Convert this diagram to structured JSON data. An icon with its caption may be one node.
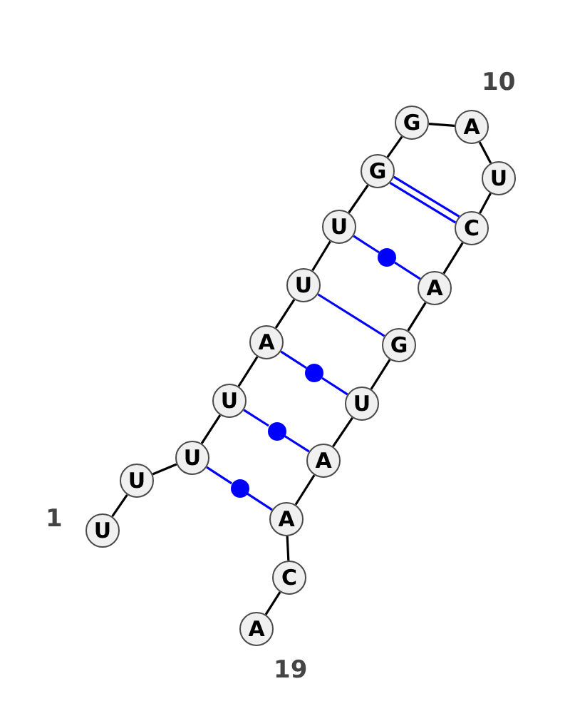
{
  "diagram": {
    "nodes": [
      {
        "text": [
          "U"
        ],
        "beside": [
          "1"
        ]
      },
      {
        "text": [
          "U"
        ]
      },
      {
        "text": [
          "U"
        ]
      },
      {
        "text": [
          "U"
        ]
      },
      {
        "text": [
          "A"
        ]
      },
      {
        "text": [
          "U"
        ]
      },
      {
        "text": [
          "U"
        ]
      },
      {
        "text": [
          "G"
        ]
      },
      {
        "text": [
          "G"
        ]
      },
      {
        "text": [
          "A"
        ],
        "beside": [
          "10"
        ]
      },
      {
        "text": [
          "U"
        ]
      },
      {
        "text": [
          "C"
        ]
      },
      {
        "text": [
          "A"
        ]
      },
      {
        "text": [
          "G"
        ]
      },
      {
        "text": [
          "U"
        ]
      },
      {
        "text": [
          "A"
        ]
      },
      {
        "text": [
          "A"
        ]
      },
      {
        "text": [
          "C"
        ]
      },
      {
        "text": [
          "A"
        ],
        "beside": [
          "19"
        ]
      },
      {
        "text": [],
        "shape": "circle"
      },
      {
        "text": [],
        "shape": "circle"
      },
      {
        "text": [],
        "shape": "circle"
      },
      {
        "text": [],
        "shape": "circle"
      }
    ],
    "edges": [
      {
        "from": 0,
        "to": 1,
        "arrow": "none"
      },
      {
        "from": 1,
        "to": 2,
        "arrow": "none"
      },
      {
        "from": 2,
        "to": 3,
        "arrow": "none"
      },
      {
        "from": 3,
        "to": 4,
        "arrow": "none"
      },
      {
        "from": 4,
        "to": 5,
        "arrow": "none"
      },
      {
        "from": 5,
        "to": 6,
        "arrow": "none"
      },
      {
        "from": 6,
        "to": 7,
        "arrow": "none"
      },
      {
        "from": 7,
        "to": 8,
        "arrow": "none"
      },
      {
        "from": 8,
        "to": 9,
        "arrow": "none"
      },
      {
        "from": 9,
        "to": 10,
        "arrow": "none"
      },
      {
        "from": 10,
        "to": 11,
        "arrow": "none"
      },
      {
        "from": 11,
        "to": 12,
        "arrow": "none"
      },
      {
        "from": 12,
        "to": 13,
        "arrow": "none"
      },
      {
        "from": 13,
        "to": 14,
        "arrow": "none"
      },
      {
        "from": 14,
        "to": 15,
        "arrow": "none"
      },
      {
        "from": 15,
        "to": 16,
        "arrow": "none"
      },
      {
        "from": 16,
        "to": 17,
        "arrow": "none"
      },
      {
        "from": 17,
        "to": 18,
        "arrow": "none"
      },
      {
        "from": 7,
        "to": 11,
        "arrow": "none",
        "color": "#0000ff"
      },
      {
        "from": 7,
        "to": 11,
        "arrow": "none",
        "color": "#0000ff"
      },
      {
        "from": 6,
        "to": 19,
        "arrow": "none",
        "color": "#0000ff"
      },
      {
        "from": 19,
        "to": 12,
        "arrow": "none",
        "color": "#0000ff"
      },
      {
        "from": 5,
        "to": 13,
        "arrow": "none",
        "color": "#0000ff"
      },
      {
        "from": 4,
        "to": 20,
        "arrow": "none",
        "color": "#0000ff"
      },
      {
        "from": 20,
        "to": 14,
        "arrow": "none",
        "color": "#0000ff"
      },
      {
        "from": 3,
        "to": 21,
        "arrow": "none",
        "color": "#0000ff"
      },
      {
        "from": 21,
        "to": 15,
        "arrow": "none",
        "color": "#0000ff"
      },
      {
        "from": 2,
        "to": 22,
        "arrow": "none",
        "color": "#0000ff"
      },
      {
        "from": 22,
        "to": 16,
        "arrow": "none",
        "color": "#0000ff"
      }
    ]
  }
}
